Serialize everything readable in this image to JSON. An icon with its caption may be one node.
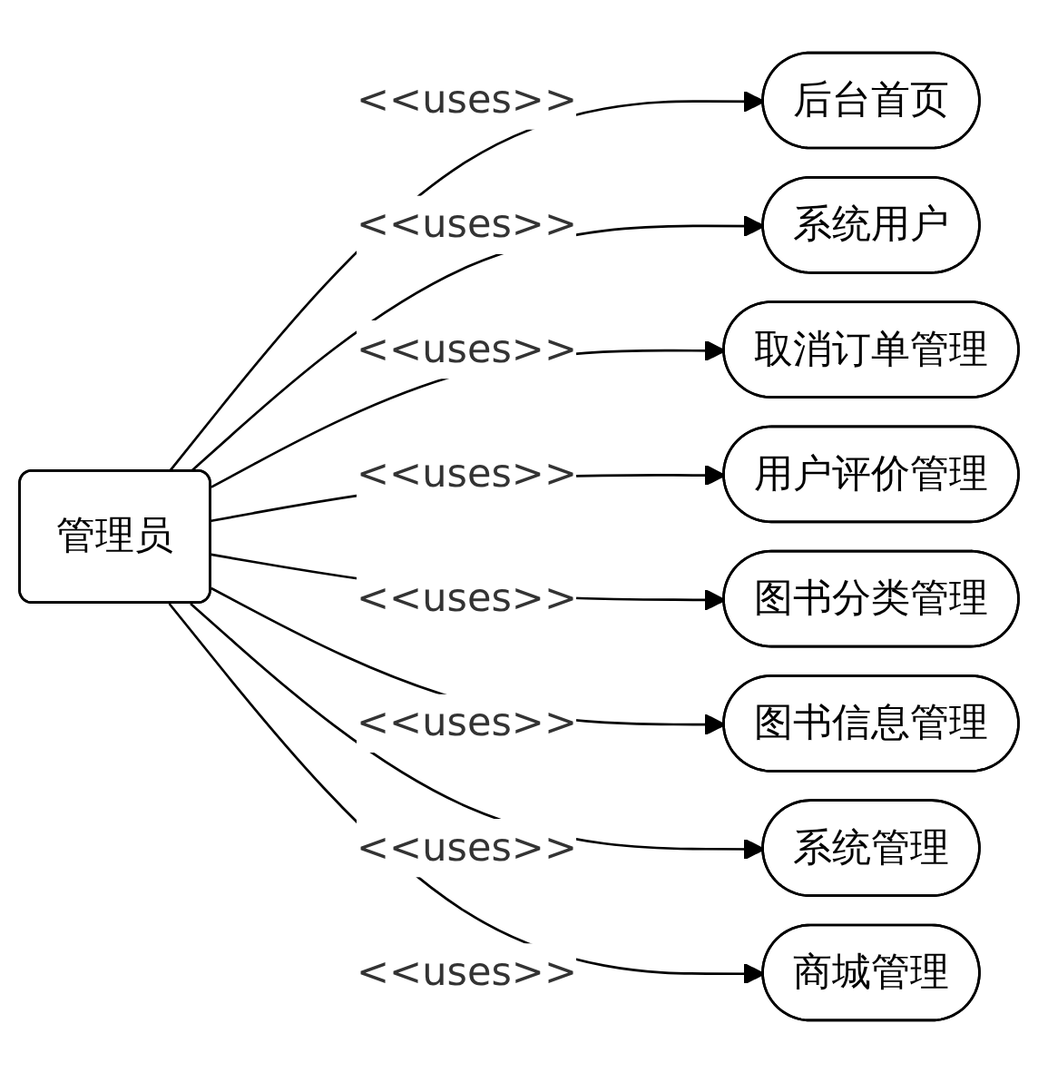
{
  "diagram": {
    "nodes": [
      {
        "text": [
          "管理员"
        ]
      },
      {
        "text": [
          "后台首页"
        ]
      },
      {
        "text": [
          "系统用户"
        ]
      },
      {
        "text": [
          "取消订单管理"
        ]
      },
      {
        "text": [
          "用户评价管理"
        ]
      },
      {
        "text": [
          "图书分类管理"
        ]
      },
      {
        "text": [
          "图书信息管理"
        ]
      },
      {
        "text": [
          "系统管理"
        ]
      },
      {
        "text": [
          "商城管理"
        ]
      }
    ],
    "edges": [
      {
        "from": 0,
        "to": 1,
        "arrow": "to",
        "label": "<<uses>>"
      },
      {
        "from": 0,
        "to": 2,
        "arrow": "to",
        "label": "<<uses>>"
      },
      {
        "from": 0,
        "to": 3,
        "arrow": "to",
        "label": "<<uses>>"
      },
      {
        "from": 0,
        "to": 4,
        "arrow": "to",
        "label": "<<uses>>"
      },
      {
        "from": 0,
        "to": 5,
        "arrow": "to",
        "label": "<<uses>>"
      },
      {
        "from": 0,
        "to": 6,
        "arrow": "to",
        "label": "<<uses>>"
      },
      {
        "from": 0,
        "to": 7,
        "arrow": "to",
        "label": "<<uses>>"
      },
      {
        "from": 0,
        "to": 8,
        "arrow": "to",
        "label": "<<uses>>"
      }
    ]
  }
}
